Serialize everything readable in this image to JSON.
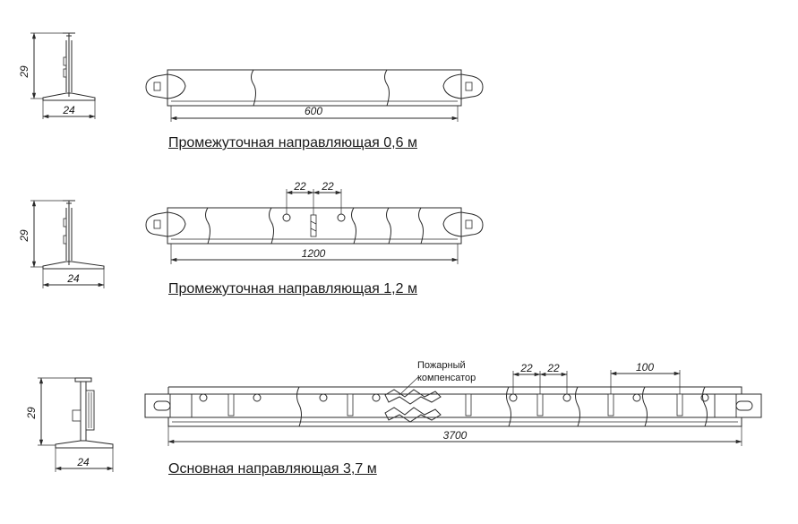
{
  "profiles": [
    {
      "caption": "Промежуточная направляющая 0,6 м",
      "length_label": "600",
      "height_label": "29",
      "width_label": "24"
    },
    {
      "caption": "Промежуточная направляющая 1,2 м",
      "length_label": "1200",
      "height_label": "29",
      "width_label": "24",
      "slot_spacing_left": "22",
      "slot_spacing_right": "22"
    },
    {
      "caption": "Основная направляющая 3,7 м",
      "length_label": "3700",
      "height_label": "29",
      "width_label": "24",
      "slot_spacing_left": "22",
      "slot_spacing_right": "22",
      "hole_pitch": "100",
      "fire_label_line1": "Пожарный",
      "fire_label_line2": "компенсатор"
    }
  ]
}
